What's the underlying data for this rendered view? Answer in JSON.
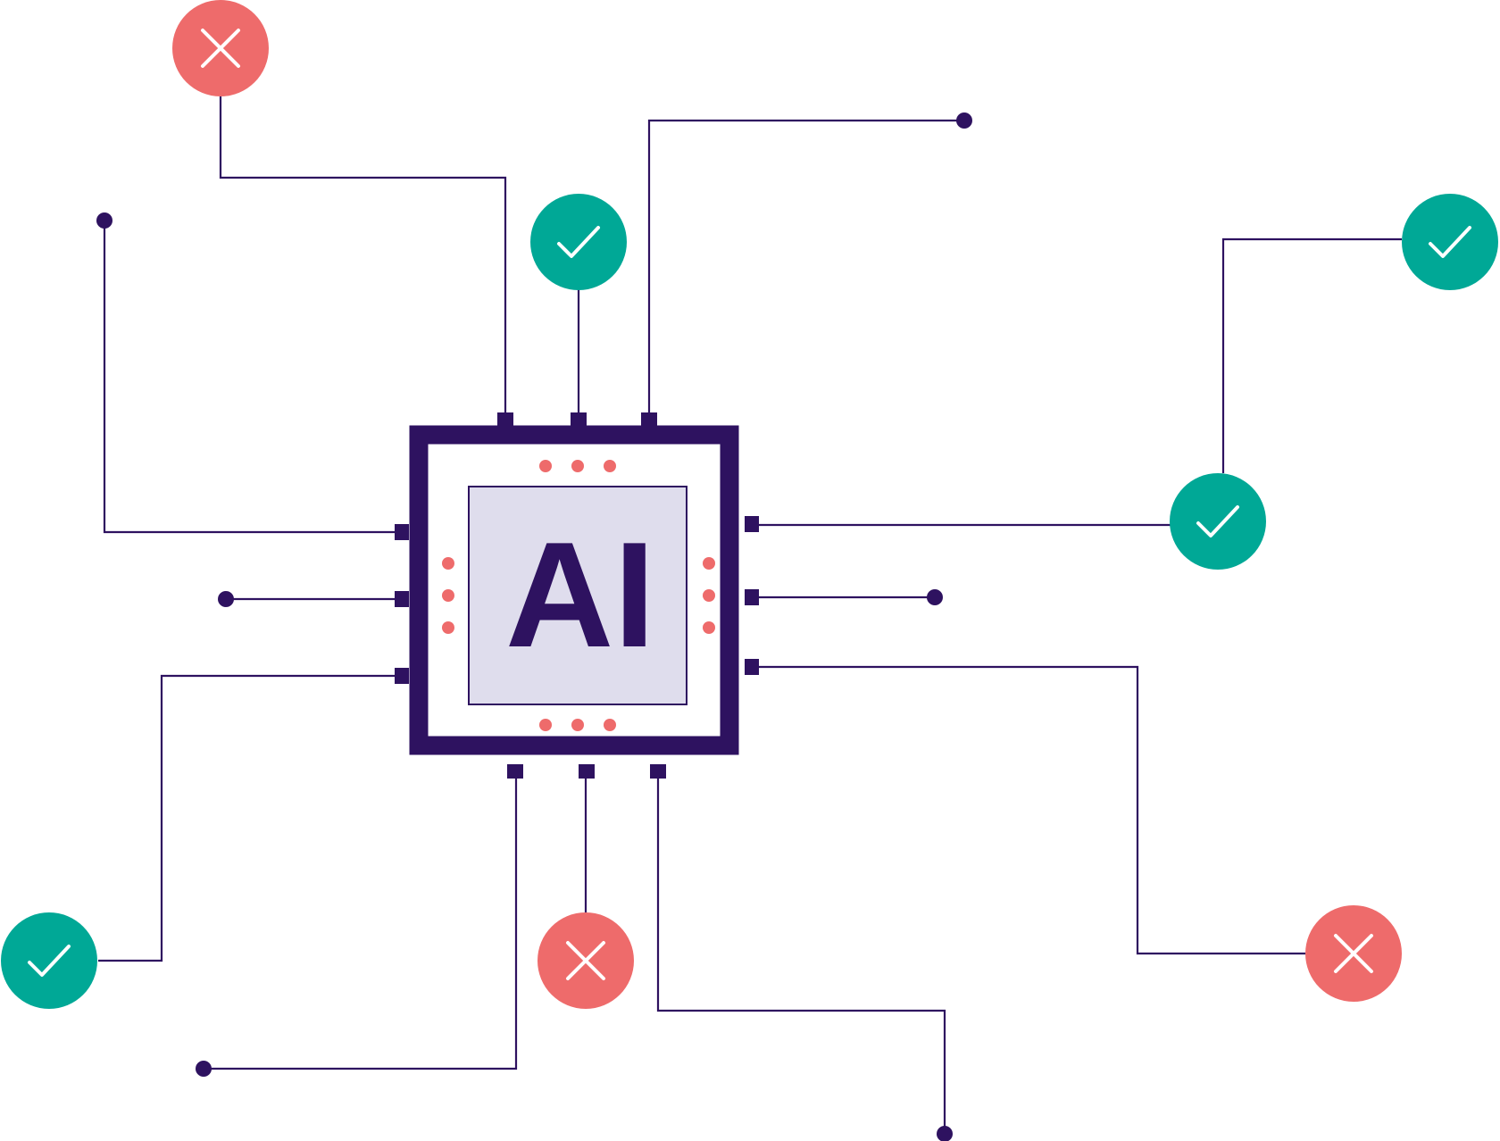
{
  "colors": {
    "wire": "#2e1260",
    "chip": "#2e1260",
    "chip_core": "#dfdded",
    "accent_dot": "#ee6b6b",
    "ok": "#00a896",
    "fail": "#ee6b6b",
    "glyph": "#ffffff",
    "background": "#ffffff"
  },
  "chip": {
    "label": "AI"
  },
  "nodes": [
    {
      "id": "fail-top-left",
      "status": "fail",
      "icon": "close-icon"
    },
    {
      "id": "ok-top-center",
      "status": "ok",
      "icon": "check-icon"
    },
    {
      "id": "ok-top-right",
      "status": "ok",
      "icon": "check-icon"
    },
    {
      "id": "ok-right",
      "status": "ok",
      "icon": "check-icon"
    },
    {
      "id": "ok-bottom-left",
      "status": "ok",
      "icon": "check-icon"
    },
    {
      "id": "fail-bottom-center",
      "status": "fail",
      "icon": "close-icon"
    },
    {
      "id": "fail-bottom-right",
      "status": "fail",
      "icon": "close-icon"
    }
  ]
}
